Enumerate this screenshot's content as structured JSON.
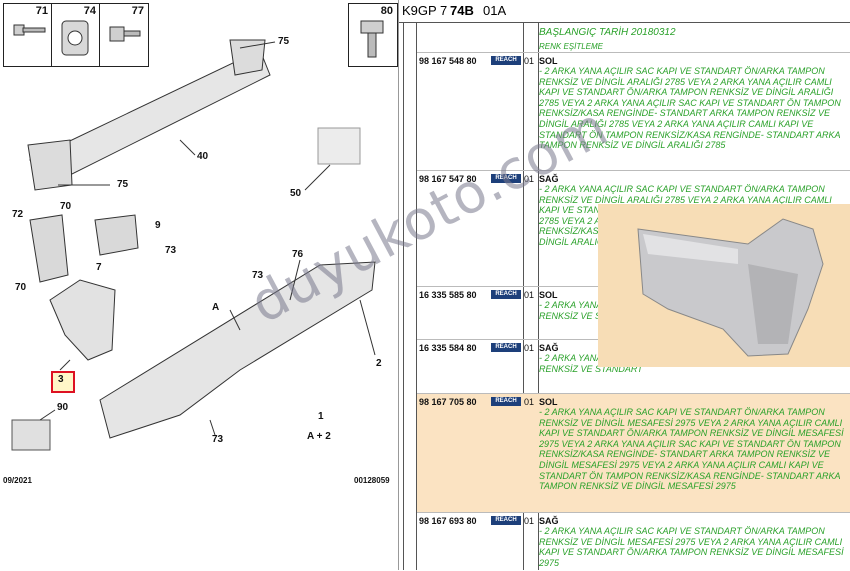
{
  "diagram": {
    "thumbs": [
      {
        "num": "71",
        "icon": "bolt-icon"
      },
      {
        "num": "74",
        "icon": "clip-nut-icon"
      },
      {
        "num": "77",
        "icon": "flange-screw-icon"
      },
      {
        "num": "80",
        "icon": "push-rivet-icon"
      }
    ],
    "callouts": {
      "c75a": "75",
      "c75b": "75",
      "c40": "40",
      "c50": "50",
      "c72": "72",
      "c70a": "70",
      "c70b": "70",
      "c9": "9",
      "c73a": "73",
      "c7": "7",
      "c73b": "73",
      "c76": "76",
      "cA": "A",
      "c2": "2",
      "c3": "3",
      "c90": "90",
      "c73c": "73",
      "c1": "1",
      "cA2": "A + 2"
    },
    "date": "09/2021",
    "code": "00128059"
  },
  "header": {
    "model": "K9GP 7",
    "group": "74B",
    "variant": "01A"
  },
  "start_date_label": "BAŞLANGIÇ TARİH 20180312",
  "top_fragment": "RENK EŞİTLEME",
  "entries": [
    {
      "part_no": "98 167 548 80",
      "badge": "REACH",
      "qty": "01",
      "side": "SOL",
      "desc": "- 2 ARKA YANA AÇILIR SAC KAPI VE STANDART ÖN/ARKA TAMPON RENKSİZ VE DİNGİL ARALIĞI 2785 VEYA 2 ARKA YANA AÇILIR CAMLI KAPI VE STANDART ÖN/ARKA TAMPON RENKSİZ VE DİNGİL ARALIĞI 2785 VEYA 2 ARKA YANA AÇILIR SAC KAPI VE STANDART ÖN TAMPON RENKSİZ/KASA RENGİNDE- STANDART ARKA TAMPON RENKSİZ VE DİNGİL ARALIĞI 2785 VEYA 2 ARKA YANA AÇILIR CAMLI KAPI VE STANDART ÖN TAMPON RENKSİZ/KASA RENGİNDE- STANDART ARKA TAMPON RENKSİZ VE DİNGİL ARALIĞI 2785"
    },
    {
      "part_no": "98 167 547 80",
      "badge": "REACH",
      "qty": "01",
      "side": "SAĞ",
      "desc": "- 2 ARKA YANA AÇILIR SAC KAPI VE STANDART ÖN/ARKA TAMPON RENKSİZ VE DİNGİL ARALIĞI 2785 VEYA 2 ARKA YANA AÇILIR CAMLI KAPI VE STANDART ÖN/ARKA TAMPON RENKSİZ VE DİNGİL ARALIĞI 2785 VEYA 2 ARKA YANA AÇILIR SAC KAPI VE STANDART ÖN TAMPON RENKSİZ/KASA RENGİNDE- STANDART ARKA TAMPON RENKSİZ VE DİNGİL ARALIĞI 2785"
    },
    {
      "part_no": "16 335 585 80",
      "badge": "REACH",
      "qty": "01",
      "side": "SOL",
      "desc": "- 2 ARKA YANA AÇILIR SAC KAPI VE STANDART ÖN/ARKA TAMPON RENKSİZ VE STANDART"
    },
    {
      "part_no": "16 335 584 80",
      "badge": "REACH",
      "qty": "01",
      "side": "SAĞ",
      "desc": "- 2 ARKA YANA AÇILIR SAC KAPI VE STANDART ÖN/ARKA TAMPON RENKSİZ VE STANDART"
    },
    {
      "part_no": "98 167 705 80",
      "badge": "REACH",
      "qty": "01",
      "side": "SOL",
      "highlight": true,
      "desc": "- 2 ARKA YANA AÇILIR SAC KAPI VE STANDART ÖN/ARKA TAMPON RENKSİZ VE DİNGİL MESAFESİ 2975 VEYA 2 ARKA YANA AÇILIR CAMLI KAPI VE STANDART ÖN/ARKA TAMPON RENKSİZ VE DİNGİL MESAFESİ 2975 VEYA 2 ARKA YANA AÇILIR SAC KAPI VE STANDART ÖN TAMPON RENKSİZ/KASA RENGİNDE- STANDART ARKA TAMPON RENKSİZ VE DİNGİL MESAFESİ 2975 VEYA 2 ARKA YANA AÇILIR CAMLI KAPI VE STANDART ÖN TAMPON RENKSİZ/KASA RENGİNDE- STANDART ARKA TAMPON RENKSİZ VE DİNGİL MESAFESİ 2975"
    },
    {
      "part_no": "98 167 693 80",
      "badge": "REACH",
      "qty": "01",
      "side": "SAĞ",
      "desc": "- 2 ARKA YANA AÇILIR SAC KAPI VE STANDART ÖN/ARKA TAMPON RENKSİZ VE DİNGİL MESAFESİ 2975 VEYA 2 ARKA YANA AÇILIR CAMLI KAPI VE STANDART ÖN/ARKA TAMPON RENKSİZ VE DİNGİL MESAFESİ 2975"
    }
  ],
  "watermark": "duyukoto.com",
  "colors": {
    "desc_green": "#2aa12a",
    "reach_blue": "#1d3f7a",
    "highlight": "#fbe3c2",
    "callout_red": "#d12"
  }
}
